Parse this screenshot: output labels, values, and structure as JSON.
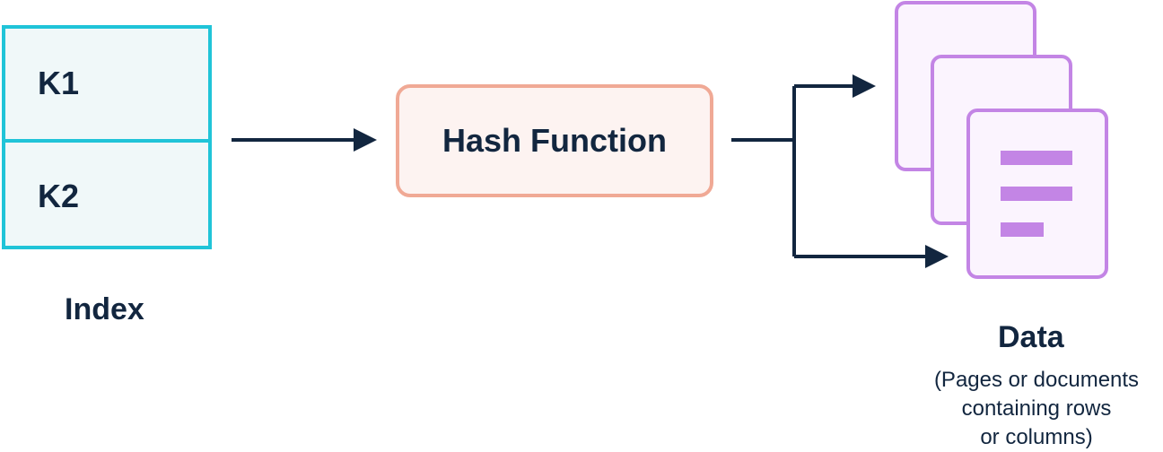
{
  "index": {
    "keys": [
      "K1",
      "K2"
    ],
    "caption": "Index"
  },
  "hash_function": {
    "label": "Hash Function"
  },
  "data": {
    "caption": "Data",
    "note": "(Pages or documents\ncontaining rows\nor columns)"
  },
  "colors": {
    "index_border": "#20c4d8",
    "index_fill": "#f0f8f9",
    "hash_border": "#f0a995",
    "hash_fill": "#fdf3f1",
    "doc_border": "#c385e5",
    "doc_fill": "#fbf4fe",
    "arrow": "#12263f",
    "text": "#12263f"
  }
}
